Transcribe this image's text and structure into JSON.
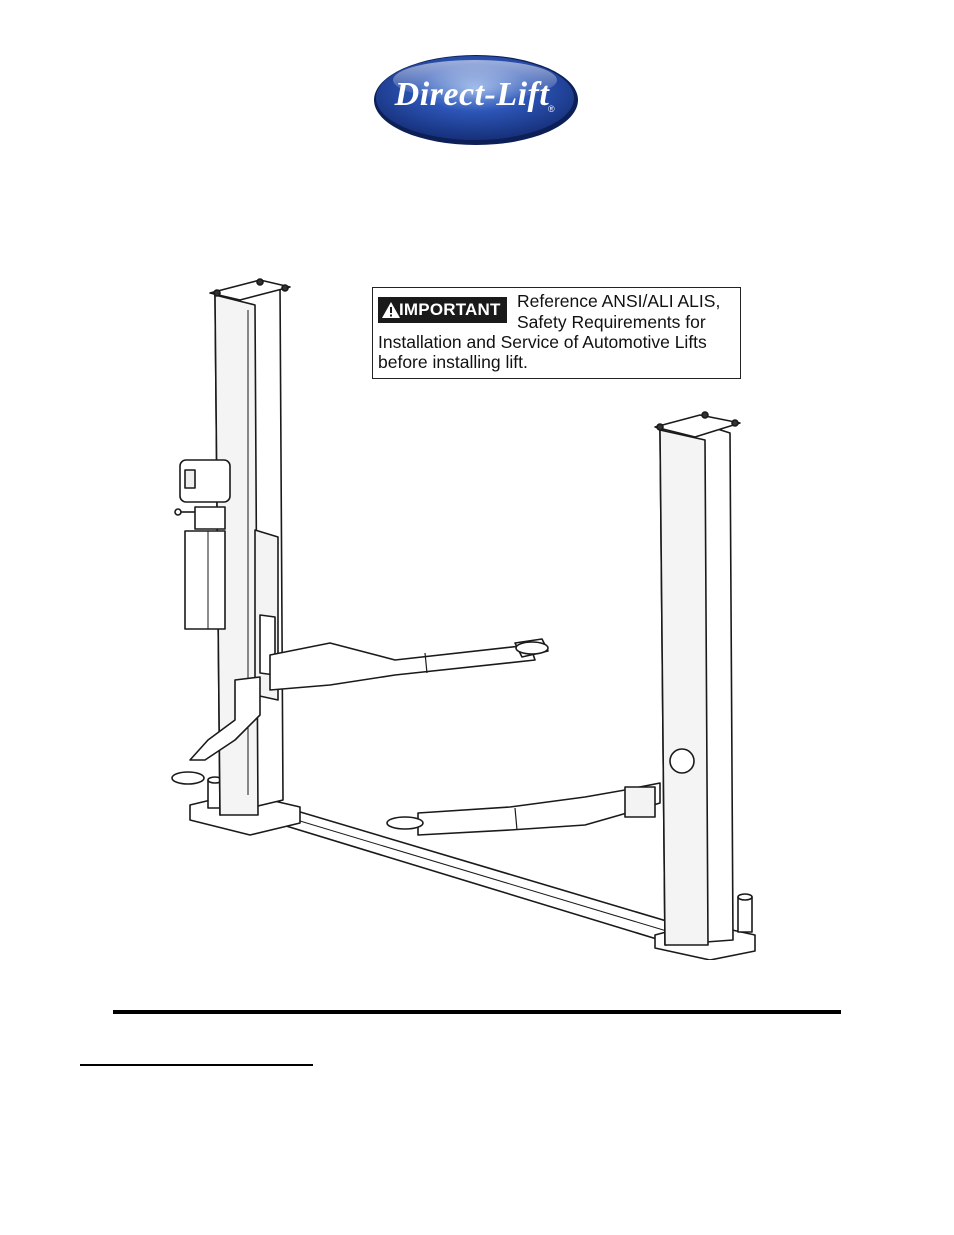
{
  "brand": {
    "name": "Direct-Lift",
    "registered_mark": "®",
    "colors": {
      "oval_dark": "#16307a",
      "oval_mid": "#2d56b8",
      "oval_light": "#8fb0e6"
    }
  },
  "notice": {
    "badge_icon": "warning-triangle-icon",
    "badge_label": "IMPORTANT",
    "line1": "Reference ANSI/ALI ALIS,",
    "line2": "Safety Requirements for",
    "line3": "Installation and Service of Automotive Lifts",
    "line4": "before installing lift."
  },
  "illustration": {
    "subject": "two-post-lift"
  }
}
